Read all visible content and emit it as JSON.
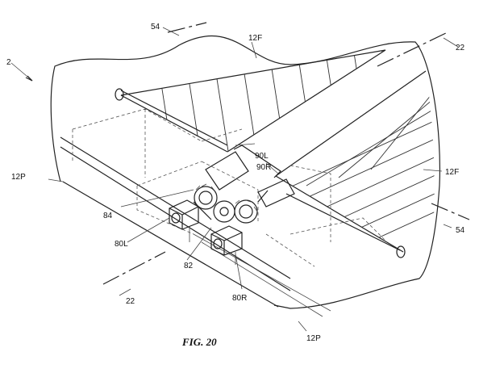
{
  "figure": {
    "caption": "FIG. 20",
    "labels": {
      "ref_2": "2",
      "ref_54_top": "54",
      "ref_12F_top": "12F",
      "ref_22_top": "22",
      "ref_90L": "90L",
      "ref_90R": "90R",
      "ref_12P_left": "12P",
      "ref_12F_right": "12F",
      "ref_84": "84",
      "ref_54_right": "54",
      "ref_80L": "80L",
      "ref_82": "82",
      "ref_22_bottom": "22",
      "ref_80R": "80R",
      "ref_12P_bottom": "12P"
    }
  },
  "colors": {
    "line": "#222222",
    "background": "#ffffff"
  }
}
